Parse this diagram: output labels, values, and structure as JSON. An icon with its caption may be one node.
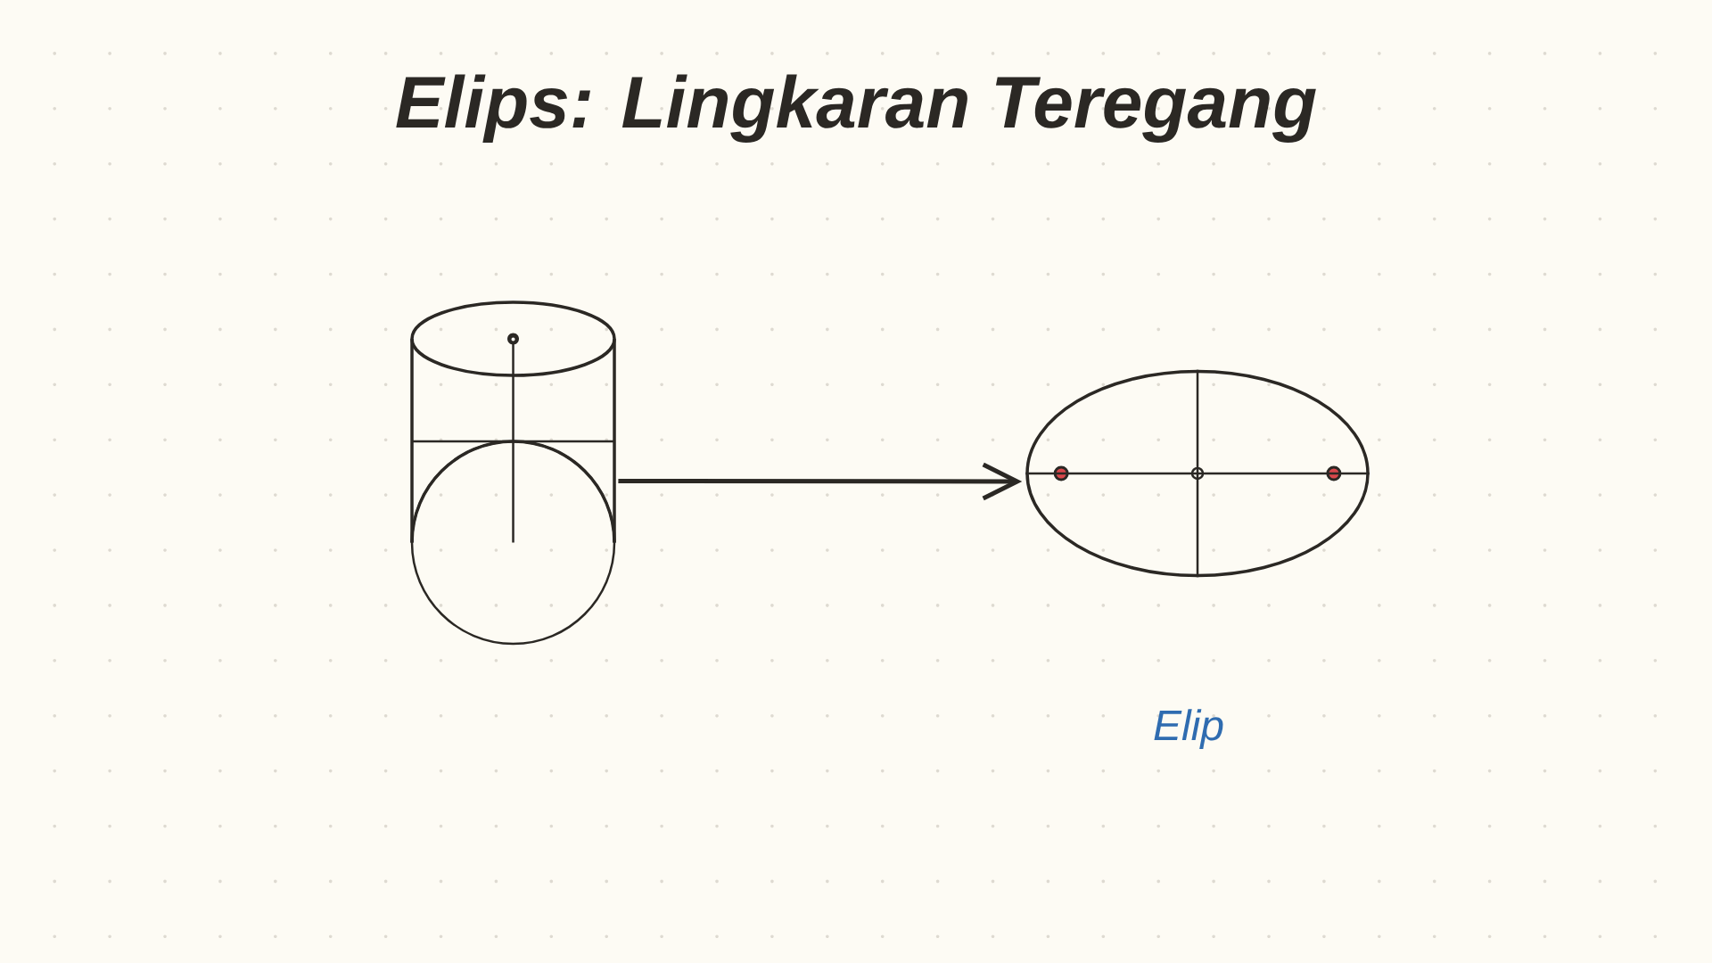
{
  "diagram": {
    "title": "Elips: Lingkaran Teregang",
    "nodes": [
      {
        "text": [],
        "shape": "picture"
      },
      {
        "text": [],
        "shape": "ellipse",
        "beside": [
          "Elip"
        ]
      }
    ],
    "edges": [
      {
        "from": 0,
        "to": 1,
        "arrow": "to"
      }
    ]
  }
}
